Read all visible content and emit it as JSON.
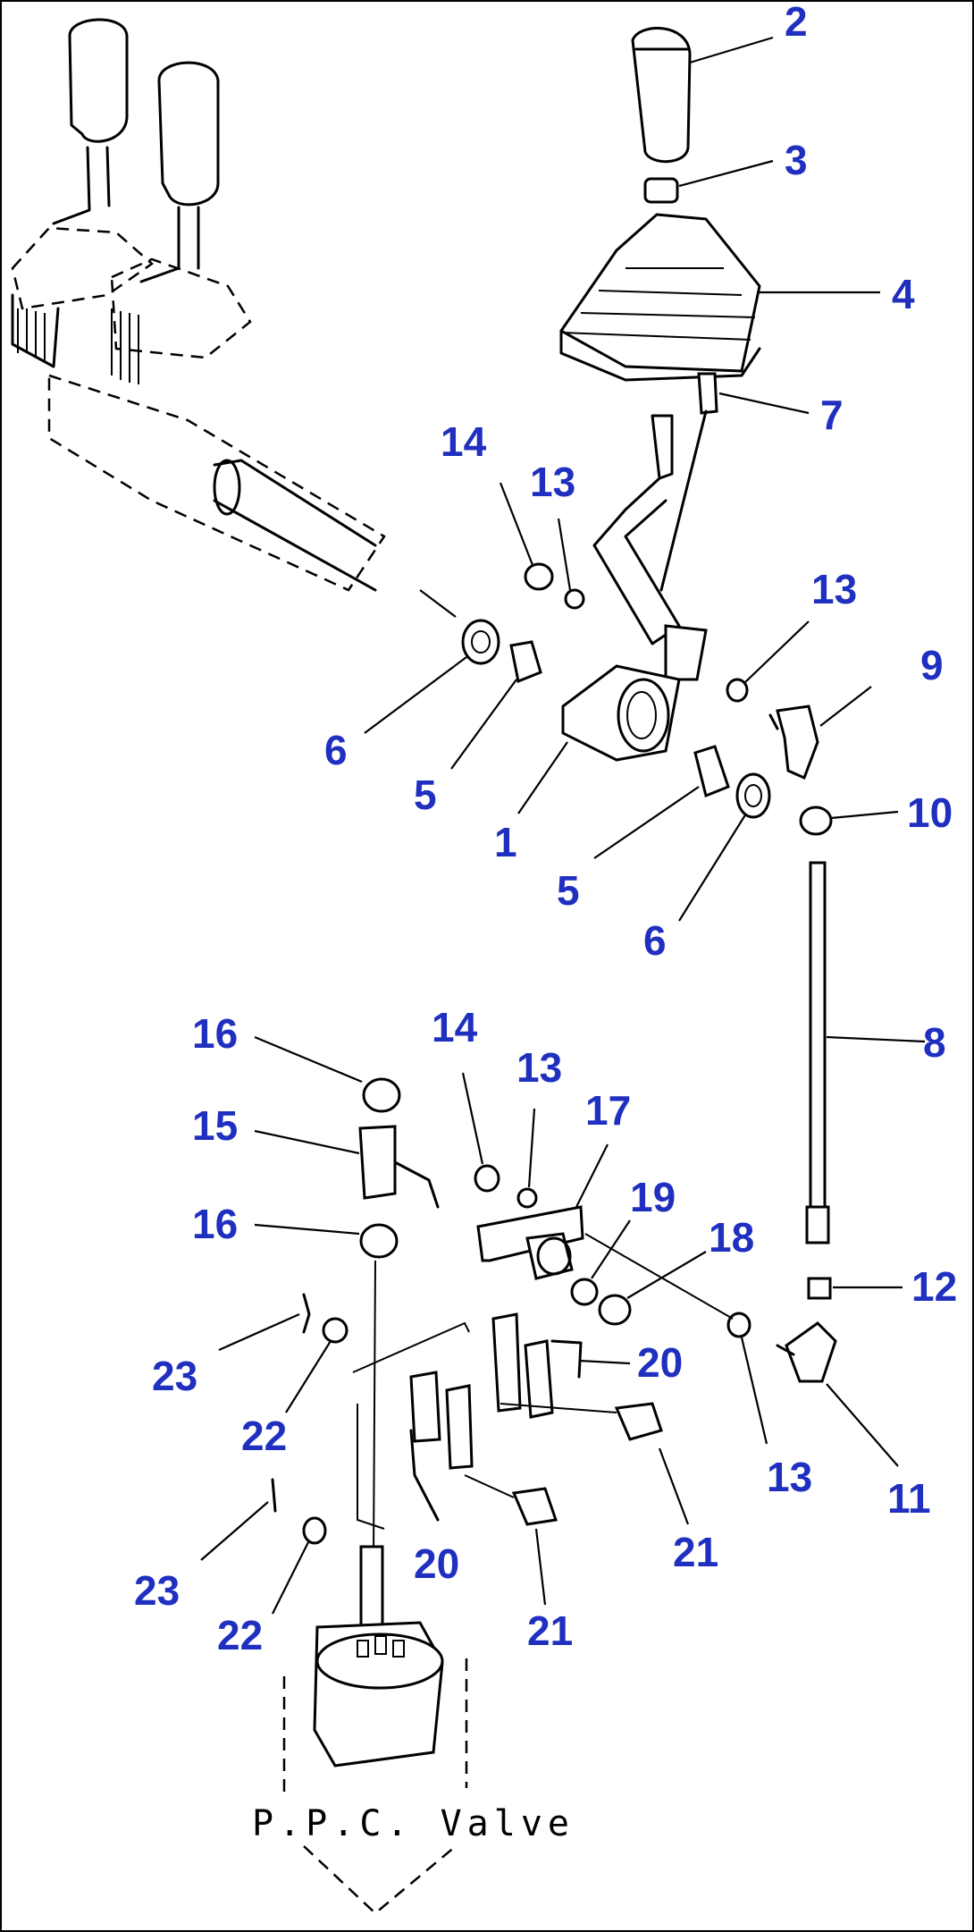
{
  "diagram": {
    "caption": "P.P.C. Valve",
    "colors": {
      "callout": "#1f2fbf",
      "line": "#000000",
      "background": "#ffffff"
    },
    "callouts": [
      {
        "id": "c2",
        "text": "2"
      },
      {
        "id": "c3",
        "text": "3"
      },
      {
        "id": "c4",
        "text": "4"
      },
      {
        "id": "c7",
        "text": "7"
      },
      {
        "id": "c14a",
        "text": "14"
      },
      {
        "id": "c13a",
        "text": "13"
      },
      {
        "id": "c13b",
        "text": "13"
      },
      {
        "id": "c9",
        "text": "9"
      },
      {
        "id": "c6a",
        "text": "6"
      },
      {
        "id": "c5a",
        "text": "5"
      },
      {
        "id": "c1",
        "text": "1"
      },
      {
        "id": "c5b",
        "text": "5"
      },
      {
        "id": "c6b",
        "text": "6"
      },
      {
        "id": "c10",
        "text": "10"
      },
      {
        "id": "c8",
        "text": "8"
      },
      {
        "id": "c16a",
        "text": "16"
      },
      {
        "id": "c14b",
        "text": "14"
      },
      {
        "id": "c13c",
        "text": "13"
      },
      {
        "id": "c17",
        "text": "17"
      },
      {
        "id": "c15",
        "text": "15"
      },
      {
        "id": "c19",
        "text": "19"
      },
      {
        "id": "c18",
        "text": "18"
      },
      {
        "id": "c16b",
        "text": "16"
      },
      {
        "id": "c12",
        "text": "12"
      },
      {
        "id": "c20a",
        "text": "20"
      },
      {
        "id": "c23a",
        "text": "23"
      },
      {
        "id": "c22a",
        "text": "22"
      },
      {
        "id": "c13d",
        "text": "13"
      },
      {
        "id": "c11",
        "text": "11"
      },
      {
        "id": "c21a",
        "text": "21"
      },
      {
        "id": "c20b",
        "text": "20"
      },
      {
        "id": "c23b",
        "text": "23"
      },
      {
        "id": "c22b",
        "text": "22"
      },
      {
        "id": "c21b",
        "text": "21"
      }
    ]
  }
}
